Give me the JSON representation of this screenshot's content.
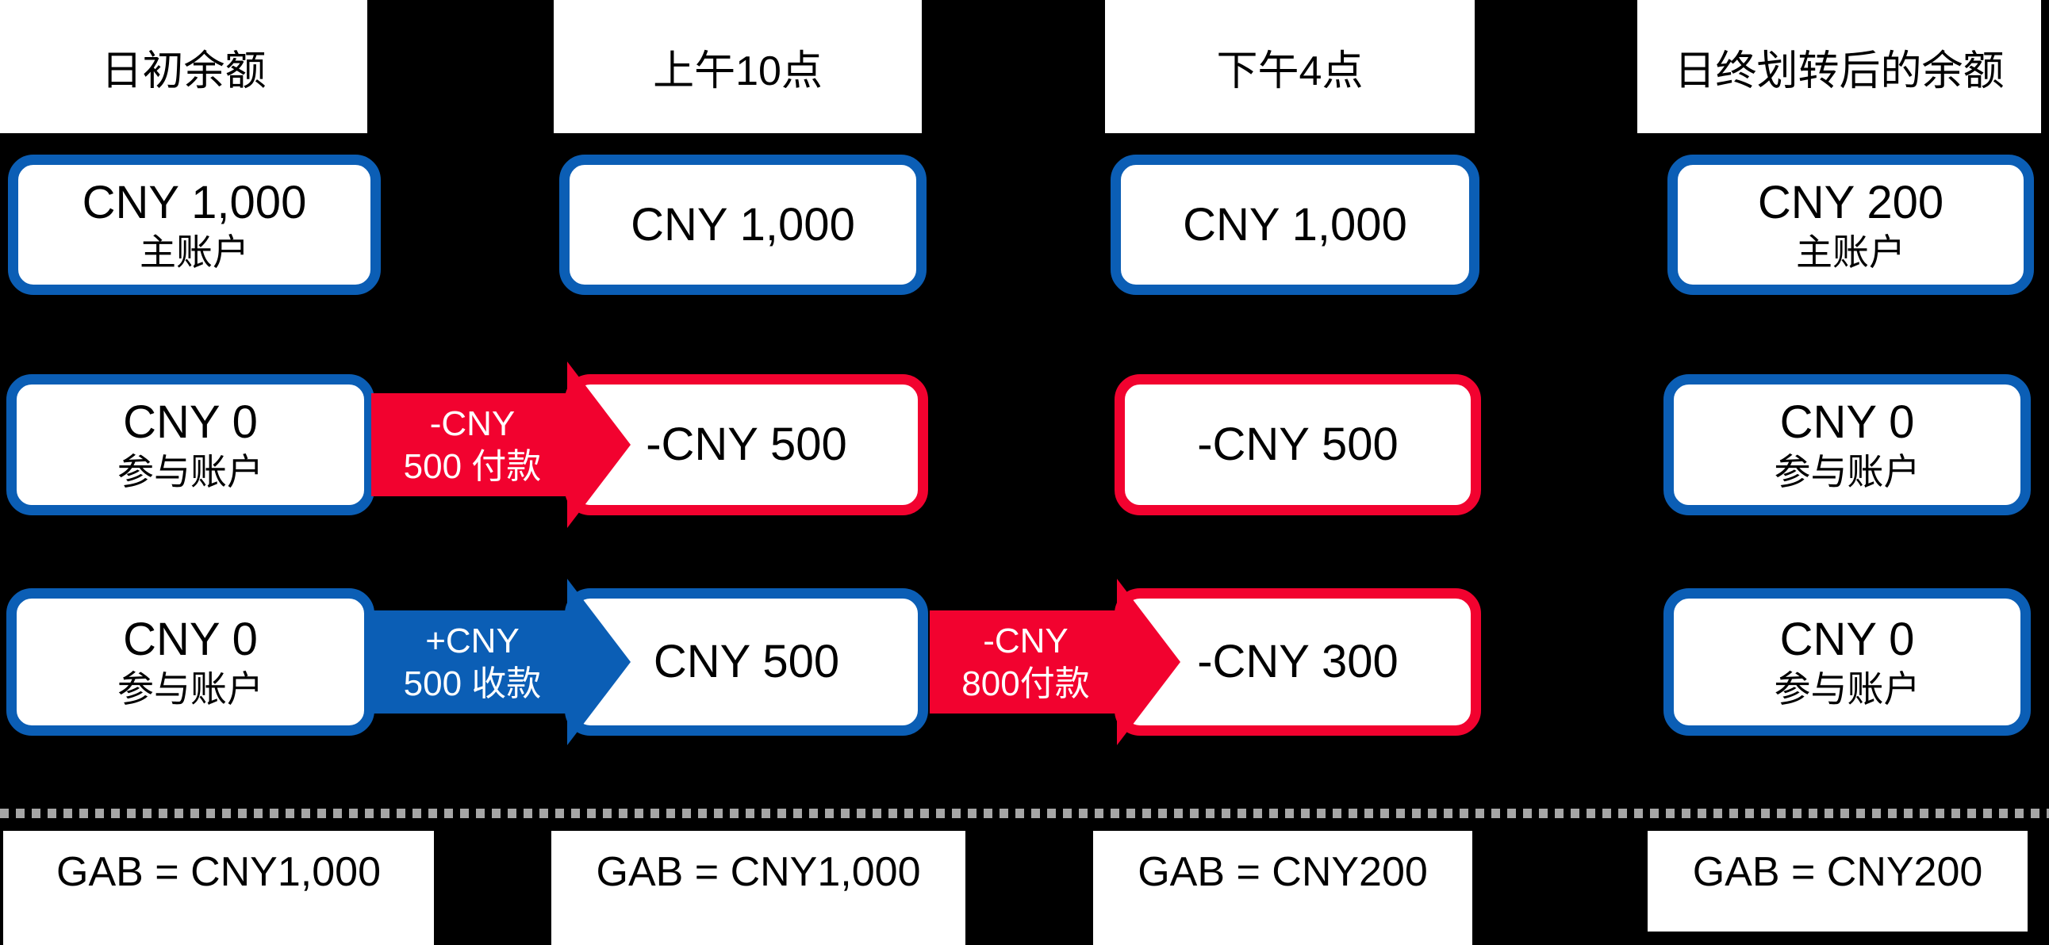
{
  "colors": {
    "bg": "#000000",
    "blue": "#0B5EB5",
    "red": "#F2022F",
    "dotted": "#A6A6A6",
    "panel": "#FFFFFF",
    "ink": "#000000",
    "arrow-ink": "#FFFFFF"
  },
  "headers": [
    {
      "label": "日初余额"
    },
    {
      "label": "上午10点"
    },
    {
      "label": "下午4点"
    },
    {
      "label": "日终划转后的余额"
    }
  ],
  "rows": [
    {
      "boxes": [
        {
          "amount": "CNY 1,000",
          "label": "主账户",
          "border": "blue"
        },
        {
          "amount": "CNY 1,000",
          "border": "blue"
        },
        {
          "amount": "CNY 1,000",
          "border": "blue"
        },
        {
          "amount": "CNY 200",
          "label": "主账户",
          "border": "blue"
        }
      ]
    },
    {
      "boxes": [
        {
          "amount": "CNY 0",
          "label": "参与账户",
          "border": "blue"
        },
        {
          "amount": "-CNY 500",
          "border": "red"
        },
        {
          "amount": "-CNY 500",
          "border": "red"
        },
        {
          "amount": "CNY 0",
          "label": "参与账户",
          "border": "blue"
        }
      ]
    },
    {
      "boxes": [
        {
          "amount": "CNY 0",
          "label": "参与账户",
          "border": "blue"
        },
        {
          "amount": "CNY 500",
          "border": "blue"
        },
        {
          "amount": "-CNY 300",
          "border": "red"
        },
        {
          "amount": "CNY 0",
          "label": "参与账户",
          "border": "blue"
        }
      ]
    }
  ],
  "arrows": [
    {
      "type": "payment",
      "color": "red",
      "line1": "-CNY",
      "line2": "500 付款"
    },
    {
      "type": "receipt",
      "color": "blue",
      "line1": "+CNY",
      "line2": "500 收款"
    },
    {
      "type": "payment",
      "color": "red",
      "line1": "-CNY",
      "line2": "800付款"
    }
  ],
  "footer": [
    {
      "value": "GAB = CNY1,000"
    },
    {
      "value": "GAB = CNY1,000"
    },
    {
      "value": "GAB = CNY200"
    },
    {
      "value": "GAB = CNY200"
    }
  ]
}
